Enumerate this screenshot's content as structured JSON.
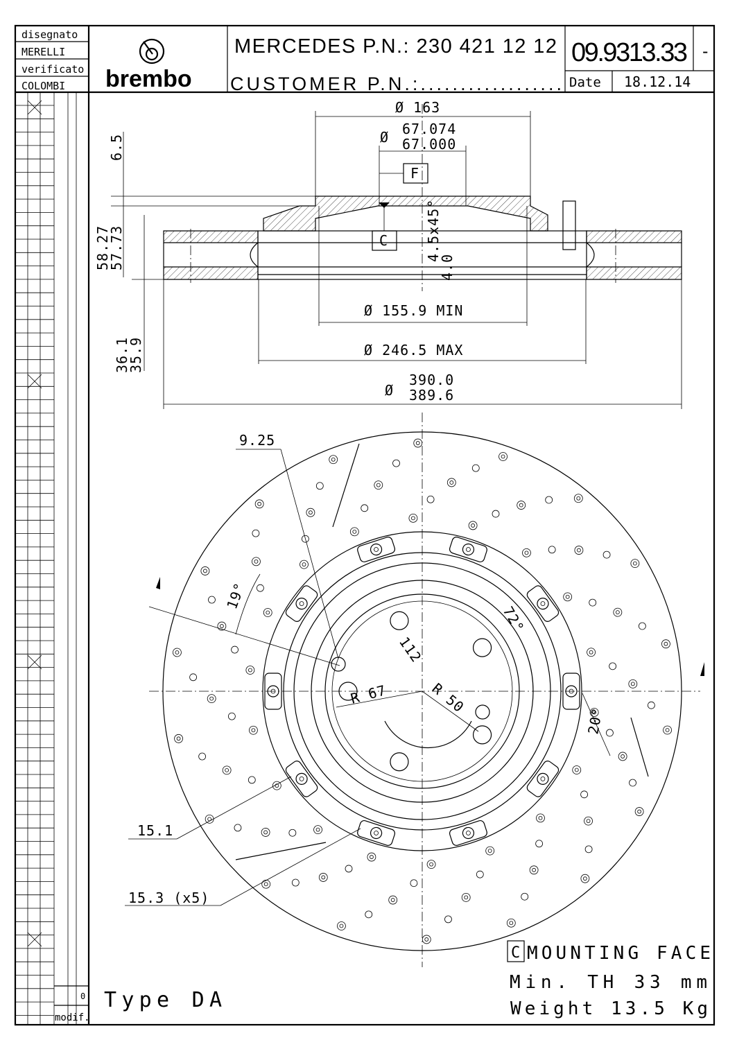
{
  "title_block": {
    "drawn_label": "disegnato",
    "drawn_by": "MERELLI",
    "checked_label": "verificato",
    "checked_by": "COLOMBI",
    "logo_text": "brembo",
    "oem_pn": "MERCEDES P.N.: 230 421 12 12",
    "customer_pn": "CUSTOMER P.N.:..................",
    "part_number": "09.9313.33",
    "revision": "-",
    "date_label": "Date",
    "date": "18.12.14"
  },
  "revision_strip": {
    "modif_label": "modif.",
    "modif_index": "0"
  },
  "section_view": {
    "dia_hat": "Ø 163",
    "dia_bore_symbol": "Ø",
    "dia_bore_max": "67.074",
    "dia_bore_min": "67.000",
    "datum_f": "F",
    "datum_c": "C",
    "hat_offset": "6.5",
    "height_max": "58.27",
    "height_min": "57.73",
    "thickness_max": "36.1",
    "thickness_min": "35.9",
    "chamfer_1": "4.5x45°",
    "chamfer_2": "4.0",
    "dia_inner_min": "Ø 155.9 MIN",
    "dia_246": "Ø 246.5 MAX",
    "dia_outer_symbol": "Ø",
    "dia_outer_max": "390.0",
    "dia_outer_min": "389.6"
  },
  "front_view": {
    "drill_dia": "9.25",
    "angle_19": "19°",
    "angle_72": "72°",
    "pcd": "112",
    "r67": "R 67",
    "r50": "R 50",
    "angle_20": "20°",
    "dim_15_1": "15.1",
    "dim_15_3": "15.3 (x5)"
  },
  "notes": {
    "datum_c": "C",
    "mounting_face": "MOUNTING FACE",
    "min_th": "Min. TH 33 mm",
    "weight": "Weight 13.5 Kg",
    "type": "Type DA"
  }
}
